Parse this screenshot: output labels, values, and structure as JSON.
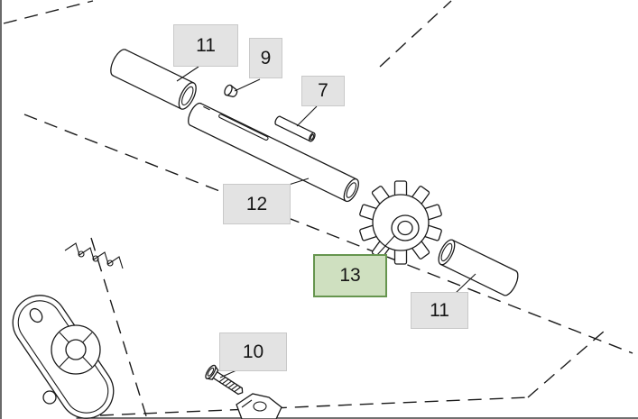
{
  "diagram": {
    "colors": {
      "background": "#ffffff",
      "line": "#1a1a1a",
      "callout_bg": "#e3e3e3",
      "callout_border": "#c9c9c9",
      "highlight_bg": "#cfe0c0",
      "highlight_border": "#66954e",
      "text": "#161616"
    },
    "callouts": [
      {
        "label": "11",
        "highlighted": false
      },
      {
        "label": "9",
        "highlighted": false
      },
      {
        "label": "7",
        "highlighted": false
      },
      {
        "label": "12",
        "highlighted": false
      },
      {
        "label": "13",
        "highlighted": true
      },
      {
        "label": "11",
        "highlighted": false
      },
      {
        "label": "10",
        "highlighted": false
      }
    ]
  }
}
